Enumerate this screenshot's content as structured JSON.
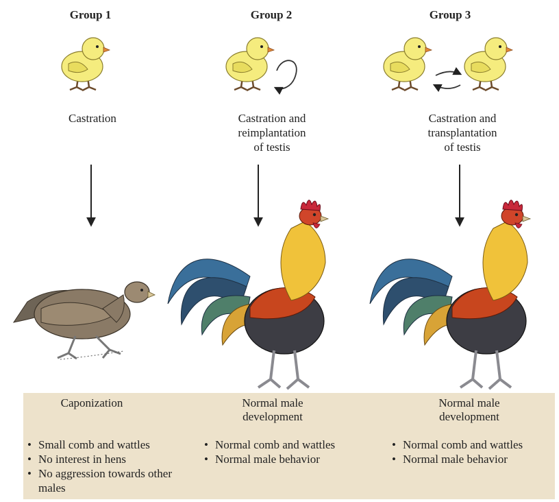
{
  "groups": [
    {
      "title": "Group 1",
      "procedure": [
        "Castration"
      ],
      "outcome": [
        "Caponization"
      ],
      "effects": [
        "Small comb and wattles",
        "No interest in hens",
        "No aggression towards other males"
      ]
    },
    {
      "title": "Group 2",
      "procedure": [
        "Castration and",
        "reimplantation",
        "of testis"
      ],
      "outcome": [
        "Normal male",
        "development"
      ],
      "effects": [
        "Normal comb and wattles",
        "Normal male behavior"
      ]
    },
    {
      "title": "Group 3",
      "procedure": [
        "Castration and",
        "transplantation",
        "of testis"
      ],
      "outcome": [
        "Normal male",
        "development"
      ],
      "effects": [
        "Normal comb and wattles",
        "Normal male behavior"
      ]
    }
  ],
  "colors": {
    "chick": "#f5ec7e",
    "capon": "#8a7a66",
    "rooster_neck": "#f0c23a",
    "rooster_back": "#c8461e",
    "rooster_body": "#3d3d44",
    "rooster_tail": "#3a6f9a",
    "comb": "#c8283a",
    "panel": "#ede2cb"
  }
}
